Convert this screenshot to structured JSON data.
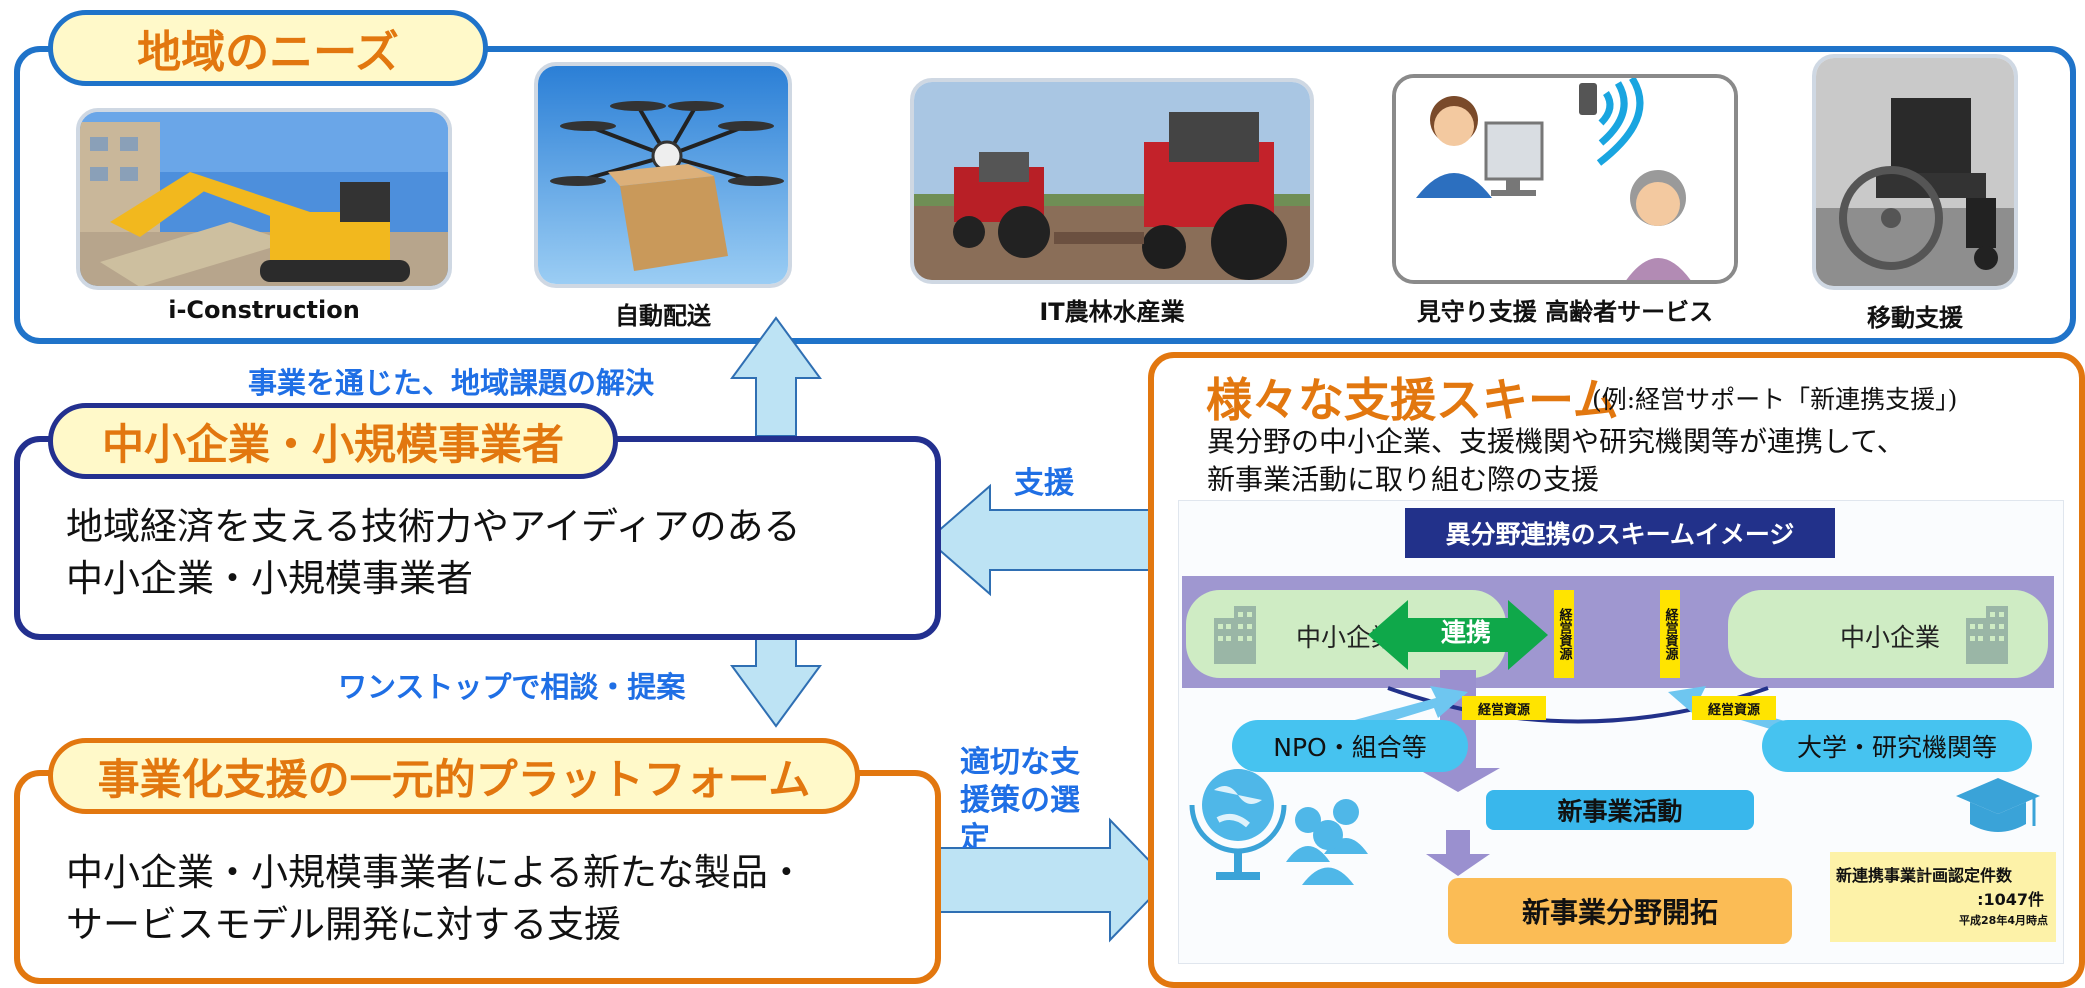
{
  "needs": {
    "title": "地域のニーズ",
    "items": [
      {
        "caption": "i-Construction"
      },
      {
        "caption": "自動配送"
      },
      {
        "caption": "IT農林水産業"
      },
      {
        "caption": "見守り支援 高齢者サービス"
      },
      {
        "caption": "移動支援"
      }
    ]
  },
  "arrows": {
    "solve": "事業を通じた、地域課題の解決",
    "consult": "ワンストップで相談・提案",
    "support": "支援",
    "select": "適切な支援策の選定"
  },
  "sme": {
    "title": "中小企業・小規模事業者",
    "line1": "地域経済を支える技術力やアイディアのある",
    "line2": "中小企業・小規模事業者"
  },
  "platform": {
    "title": "事業化支援の一元的プラットフォーム",
    "line1": "中小企業・小規模事業者による新たな製品・",
    "line2": "サービスモデル開発に対する支援"
  },
  "scheme": {
    "title": "様々な支援スキーム",
    "example": "(例:経営サポート「新連携支援」)",
    "desc1": "異分野の中小企業、支援機関や研究機関等が連携して、",
    "desc2": "新事業活動に取り組む際の支援",
    "diagram": {
      "header": "異分野連携のスキームイメージ",
      "left_company": "中小企業",
      "right_company": "中小企業",
      "link": "連携",
      "resource": "経営資源",
      "npo": "NPO・組合等",
      "univ": "大学・研究機関等",
      "activity": "新事業活動",
      "result": "新事業分野開拓",
      "count_line1": "新連携事業計画認定件数",
      "count_line2": ":1047件",
      "count_note": "平成28年4月時点"
    }
  },
  "colors": {
    "blue_frame": "#1f73c9",
    "navy_frame": "#23308f",
    "orange": "#e2770f",
    "title_fill": "#fff9c9",
    "arrow_fill": "#bde3f4",
    "label_blue": "#1f6fe5"
  }
}
